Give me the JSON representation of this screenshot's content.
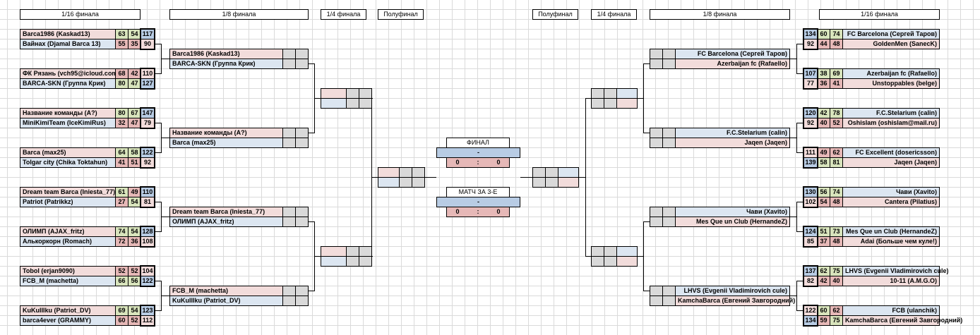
{
  "headers": {
    "left_r16": "1/16 финала",
    "left_r8": "1/8 финала",
    "left_qf": "1/4 финала",
    "left_sf": "Полуфинал",
    "right_sf": "Полуфинал",
    "right_qf": "1/4 финала",
    "right_r8": "1/8 финала",
    "right_r16": "1/16 финала"
  },
  "left_r16": [
    {
      "name": "Barca1986 (Kaskad13)",
      "s1": "63",
      "s2": "54",
      "total": "117",
      "win": true,
      "c1": "green",
      "c2": "green"
    },
    {
      "name": "Вайнах (Djamal Barca 13)",
      "s1": "55",
      "s2": "35",
      "total": "90",
      "win": false,
      "c1": "red",
      "c2": "red"
    },
    {
      "name": "ФК Рязань (vch95@icloud.com)",
      "s1": "68",
      "s2": "42",
      "total": "110",
      "win": false,
      "c1": "red",
      "c2": "red"
    },
    {
      "name": "BARCA-SKN (Группа Крик)",
      "s1": "80",
      "s2": "47",
      "total": "127",
      "win": true,
      "c1": "green",
      "c2": "green"
    },
    {
      "name": "Название команды (А?)",
      "s1": "80",
      "s2": "67",
      "total": "147",
      "win": true,
      "c1": "green",
      "c2": "green"
    },
    {
      "name": "MiniKimiTeam (IceKimiRus)",
      "s1": "32",
      "s2": "47",
      "total": "79",
      "win": false,
      "c1": "red",
      "c2": "red"
    },
    {
      "name": "Barca (max25)",
      "s1": "64",
      "s2": "58",
      "total": "122",
      "win": true,
      "c1": "green",
      "c2": "green"
    },
    {
      "name": "Tolgar city (Chika Toktahun)",
      "s1": "41",
      "s2": "51",
      "total": "92",
      "win": false,
      "c1": "red",
      "c2": "red"
    },
    {
      "name": "Dream team Barca (Iniesta_77)",
      "s1": "61",
      "s2": "49",
      "total": "110",
      "win": true,
      "c1": "green",
      "c2": "red"
    },
    {
      "name": "Patriot (Patrikkz)",
      "s1": "27",
      "s2": "54",
      "total": "81",
      "win": false,
      "c1": "red",
      "c2": "green"
    },
    {
      "name": "ОЛИМП (AJAX_fritz)",
      "s1": "74",
      "s2": "54",
      "total": "128",
      "win": true,
      "c1": "green",
      "c2": "green"
    },
    {
      "name": "Алькоркорн (Romach)",
      "s1": "72",
      "s2": "36",
      "total": "108",
      "win": false,
      "c1": "red",
      "c2": "red"
    },
    {
      "name": "Tobol (erjan9090)",
      "s1": "52",
      "s2": "52",
      "total": "104",
      "win": false,
      "c1": "red",
      "c2": "red"
    },
    {
      "name": "FCB_M (machetta)",
      "s1": "66",
      "s2": "56",
      "total": "122",
      "win": true,
      "c1": "green",
      "c2": "green"
    },
    {
      "name": "KuKuIIIku (Patriot_DV)",
      "s1": "69",
      "s2": "54",
      "total": "123",
      "win": true,
      "c1": "green",
      "c2": "green"
    },
    {
      "name": "barca4ever (GRAMMY)",
      "s1": "60",
      "s2": "52",
      "total": "112",
      "win": false,
      "c1": "red",
      "c2": "red"
    }
  ],
  "right_r16": [
    {
      "name": "FC Barcelona (Сергей Таров)",
      "s1": "60",
      "s2": "74",
      "total": "134",
      "win": true,
      "c1": "green",
      "c2": "green"
    },
    {
      "name": "GoldenMen (SanecK)",
      "s1": "44",
      "s2": "48",
      "total": "92",
      "win": false,
      "c1": "red",
      "c2": "red"
    },
    {
      "name": "Azerbaijan fc (Rafaello)",
      "s1": "38",
      "s2": "69",
      "total": "107",
      "win": true,
      "c1": "green",
      "c2": "green"
    },
    {
      "name": "Unstoppables (belge)",
      "s1": "36",
      "s2": "41",
      "total": "77",
      "win": false,
      "c1": "red",
      "c2": "red"
    },
    {
      "name": "F.C.Stelarium (calin)",
      "s1": "42",
      "s2": "78",
      "total": "120",
      "win": true,
      "c1": "green",
      "c2": "green"
    },
    {
      "name": "Oshislam (oshislam@mail.ru)",
      "s1": "40",
      "s2": "52",
      "total": "92",
      "win": false,
      "c1": "red",
      "c2": "red"
    },
    {
      "name": "FC Excellent (dosericsson)",
      "s1": "49",
      "s2": "62",
      "total": "111",
      "win": false,
      "c1": "red",
      "c2": "red"
    },
    {
      "name": "Jaqen (Jaqen)",
      "s1": "58",
      "s2": "81",
      "total": "139",
      "win": true,
      "c1": "green",
      "c2": "green"
    },
    {
      "name": "Чави (Xavito)",
      "s1": "56",
      "s2": "74",
      "total": "130",
      "win": true,
      "c1": "green",
      "c2": "green"
    },
    {
      "name": "Cantera (Pilatius)",
      "s1": "54",
      "s2": "48",
      "total": "102",
      "win": false,
      "c1": "red",
      "c2": "red"
    },
    {
      "name": "Mes Que un Club (HernandeZ)",
      "s1": "51",
      "s2": "73",
      "total": "124",
      "win": true,
      "c1": "green",
      "c2": "green"
    },
    {
      "name": "Adai (Больше чем куле!)",
      "s1": "37",
      "s2": "48",
      "total": "85",
      "win": false,
      "c1": "red",
      "c2": "red"
    },
    {
      "name": "LHVS (Evgenii Vladimirovich cule)",
      "s1": "62",
      "s2": "75",
      "total": "137",
      "win": true,
      "c1": "green",
      "c2": "green"
    },
    {
      "name": "10-11 (A.M.G.O)",
      "s1": "42",
      "s2": "40",
      "total": "82",
      "win": false,
      "c1": "red",
      "c2": "red"
    },
    {
      "name": "FCB (ulanchik)",
      "s1": "60",
      "s2": "62",
      "total": "122",
      "win": false,
      "c1": "green",
      "c2": "red"
    },
    {
      "name": "KamchaBarca (Евгений Завгородний)",
      "s1": "59",
      "s2": "75",
      "total": "134",
      "win": true,
      "c1": "red",
      "c2": "green"
    }
  ],
  "left_r8": [
    "Barca1986 (Kaskad13)",
    "BARCA-SKN (Группа Крик)",
    "Название команды (А?)",
    "Barca (max25)",
    "Dream team Barca (Iniesta_77)",
    "ОЛИМП (AJAX_fritz)",
    "FCB_M (machetta)",
    "KuKuIIIku (Patriot_DV)"
  ],
  "right_r8": [
    "FC Barcelona (Сергей Таров)",
    "Azerbaijan fc (Rafaello)",
    "F.C.Stelarium (calin)",
    "Jaqen (Jaqen)",
    "Чави (Xavito)",
    "Mes Que un Club (HernandeZ)",
    "LHVS (Evgenii Vladimirovich cule)",
    "KamchaBarca (Евгений Завгородний)"
  ],
  "final": {
    "title": "ФИНАЛ",
    "teams": "-",
    "score_home": "0",
    "separator": ":",
    "score_away": "0"
  },
  "third_place": {
    "title": "МАТЧ ЗА 3-Е МЕСТО",
    "teams": "-",
    "score_home": "0",
    "separator": ":",
    "score_away": "0"
  },
  "colors": {
    "pink": "#f2dcdb",
    "blue": "#dce6f1",
    "green": "#d8e4bc",
    "red": "#e6b8b7",
    "gray": "#d9d9d9",
    "total_winner": "#b8cce4"
  }
}
